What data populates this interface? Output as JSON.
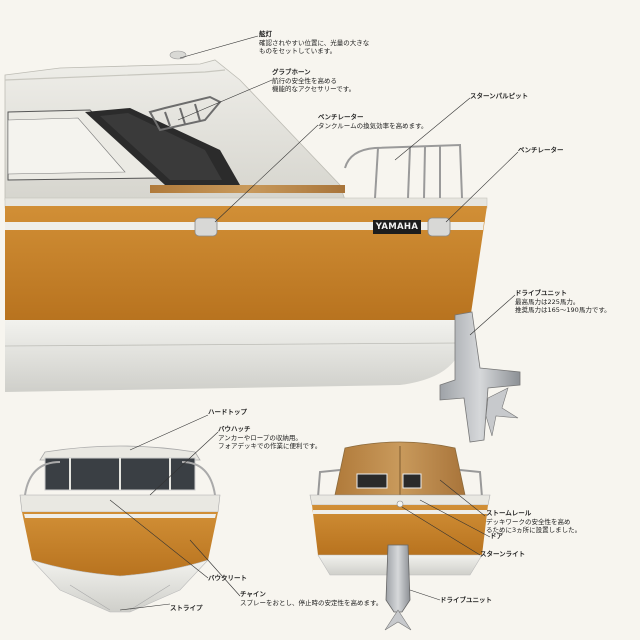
{
  "brand": "YAMAHA",
  "labels": {
    "navlight": {
      "title": "舷灯",
      "desc": [
        "確認されやすい位置に、光量の大きな",
        "ものをセットしています。"
      ]
    },
    "grabrail": {
      "title": "グラブホーン",
      "desc": [
        "航行の安全性を高める",
        "機能的なアクセサリーです。"
      ]
    },
    "ventilator_cabin": {
      "title": "ベンチレーター",
      "desc": [
        "タンクルームの換気効率を高めます。"
      ]
    },
    "stern_pulpit": {
      "title": "スターンパルピット",
      "desc": []
    },
    "ventilator_hull": {
      "title": "ベンチレーター",
      "desc": []
    },
    "drive_unit_main": {
      "title": "ドライブユニット",
      "desc": [
        "最高馬力は225馬力。",
        "推奨馬力は165～190馬力です。"
      ]
    },
    "hardtop": {
      "title": "ハードトップ",
      "desc": []
    },
    "bow_hatch": {
      "title": "バウハッチ",
      "desc": [
        "アンカーやロープの収納用。",
        "フォアデッキでの作業に便利です。"
      ]
    },
    "bow_cleat": {
      "title": "バウクリート",
      "desc": []
    },
    "chine": {
      "title": "チャイン",
      "desc": [
        "スプレーをおとし、停止時の安定性を高めます。"
      ]
    },
    "stripe": {
      "title": "ストライプ",
      "desc": []
    },
    "storm_rail": {
      "title": "ストームレール",
      "desc": [
        "デッキワークの安全性を高め",
        "るために3ヵ所に設置しました。"
      ]
    },
    "door": {
      "title": "ドア",
      "desc": []
    },
    "stern_light": {
      "title": "スターンライト",
      "desc": []
    },
    "drive_unit_rear": {
      "title": "ドライブユニット",
      "desc": []
    }
  },
  "colors": {
    "background": "#f7f5ef",
    "hull_orange": "#c9832a",
    "hull_white": "#ecece8",
    "cabin_white": "#e9e8e2",
    "window_dark": "#2b2b2b",
    "wood_door": "#b7884b",
    "drive_unit_grey": "#b9bcc0",
    "callout_line": "#333333"
  }
}
